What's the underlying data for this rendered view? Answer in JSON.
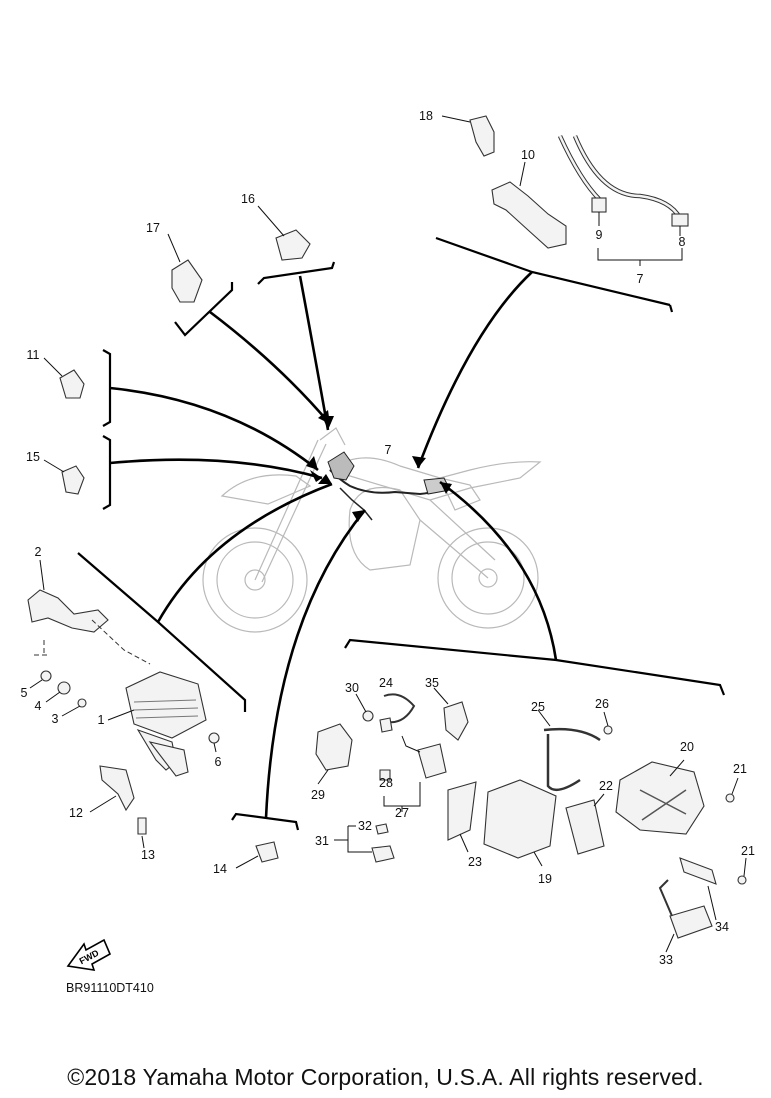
{
  "diagram": {
    "callouts": {
      "c1": "1",
      "c2": "2",
      "c3": "3",
      "c4": "4",
      "c5": "5",
      "c6": "6",
      "c7a": "7",
      "c7b": "7",
      "c8": "8",
      "c9": "9",
      "c10": "10",
      "c11": "11",
      "c12": "12",
      "c13": "13",
      "c14": "14",
      "c15": "15",
      "c16": "16",
      "c17": "17",
      "c18": "18",
      "c19": "19",
      "c20": "20",
      "c21a": "21",
      "c21b": "21",
      "c22": "22",
      "c23": "23",
      "c24": "24",
      "c25": "25",
      "c26": "26",
      "c27": "27",
      "c28": "28",
      "c29": "29",
      "c30": "30",
      "c31": "31",
      "c32": "32",
      "c33": "33",
      "c34": "34",
      "c35": "35"
    },
    "fwd_label": "FWD",
    "drawing_code": "BR91110DT410"
  },
  "footer": {
    "copyright": "©2018 Yamaha Motor Corporation, U.S.A. All rights reserved."
  }
}
